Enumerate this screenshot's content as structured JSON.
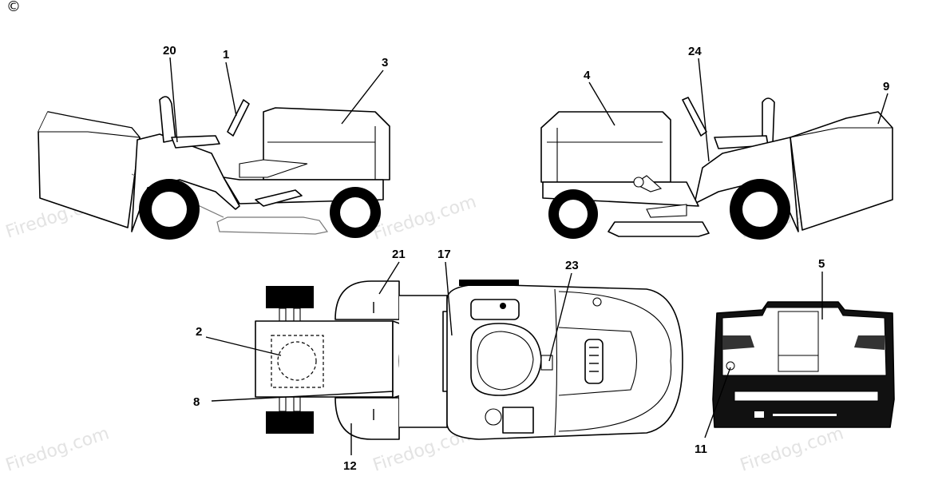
{
  "copyright_mark": "©",
  "watermark": "Firedog.com",
  "callouts": [
    {
      "id": "20",
      "label": "20"
    },
    {
      "id": "1",
      "label": "1"
    },
    {
      "id": "3",
      "label": "3"
    },
    {
      "id": "4",
      "label": "4"
    },
    {
      "id": "24",
      "label": "24"
    },
    {
      "id": "9",
      "label": "9"
    },
    {
      "id": "21",
      "label": "21"
    },
    {
      "id": "17",
      "label": "17"
    },
    {
      "id": "23",
      "label": "23"
    },
    {
      "id": "2",
      "label": "2"
    },
    {
      "id": "8",
      "label": "8"
    },
    {
      "id": "12",
      "label": "12"
    },
    {
      "id": "5",
      "label": "5"
    },
    {
      "id": "11",
      "label": "11"
    }
  ]
}
